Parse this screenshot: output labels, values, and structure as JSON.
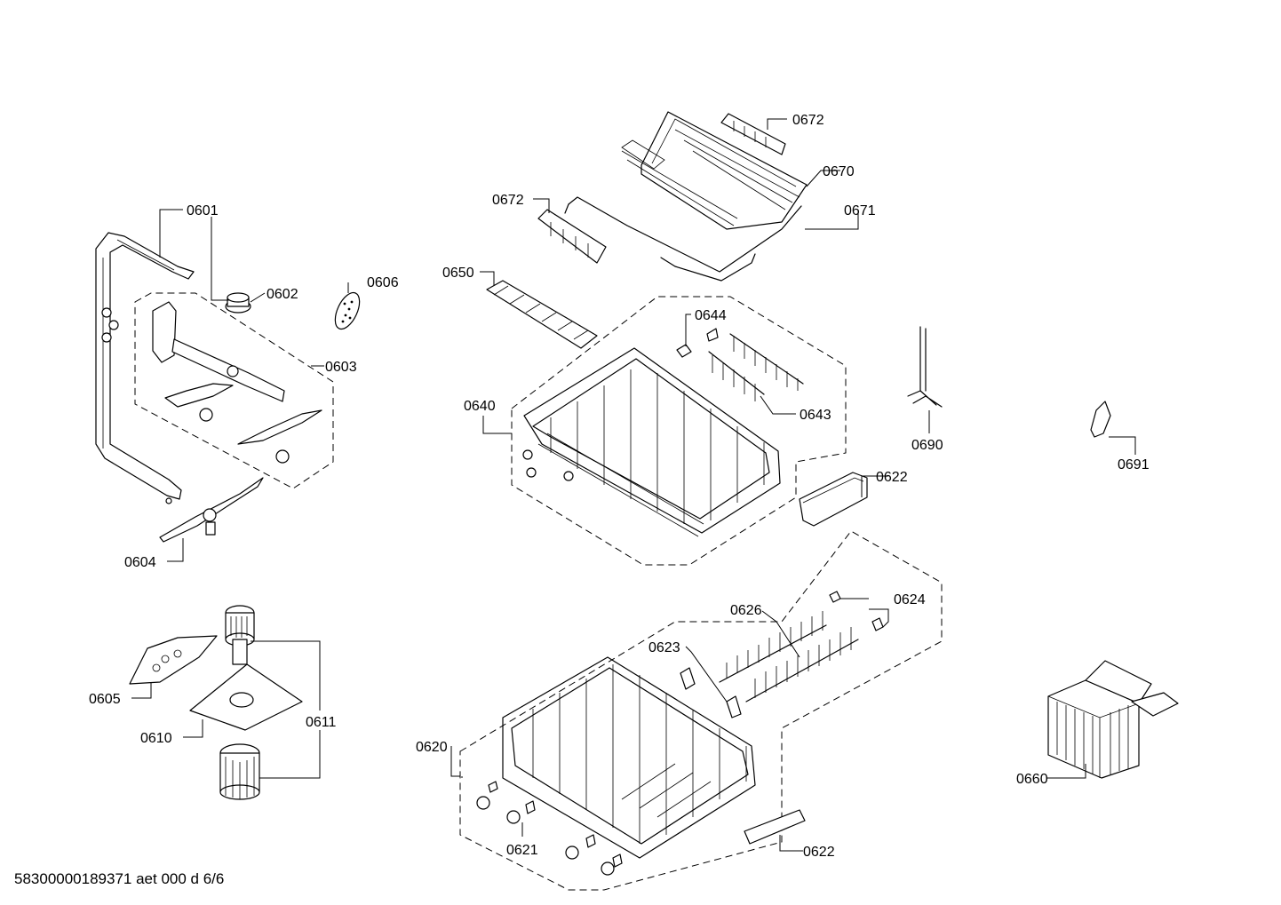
{
  "document_id": "58300000189371 aet 000 d 6/6",
  "parts": {
    "p0601": "0601",
    "p0602": "0602",
    "p0603": "0603",
    "p0604": "0604",
    "p0605": "0605",
    "p0606": "0606",
    "p0610": "0610",
    "p0611": "0611",
    "p0620": "0620",
    "p0621": "0621",
    "p0622a": "0622",
    "p0622b": "0622",
    "p0623": "0623",
    "p0624": "0624",
    "p0626": "0626",
    "p0640": "0640",
    "p0643": "0643",
    "p0644": "0644",
    "p0650": "0650",
    "p0660": "0660",
    "p0670": "0670",
    "p0671": "0671",
    "p0672a": "0672",
    "p0672b": "0672",
    "p0690": "0690",
    "p0691": "0691"
  }
}
